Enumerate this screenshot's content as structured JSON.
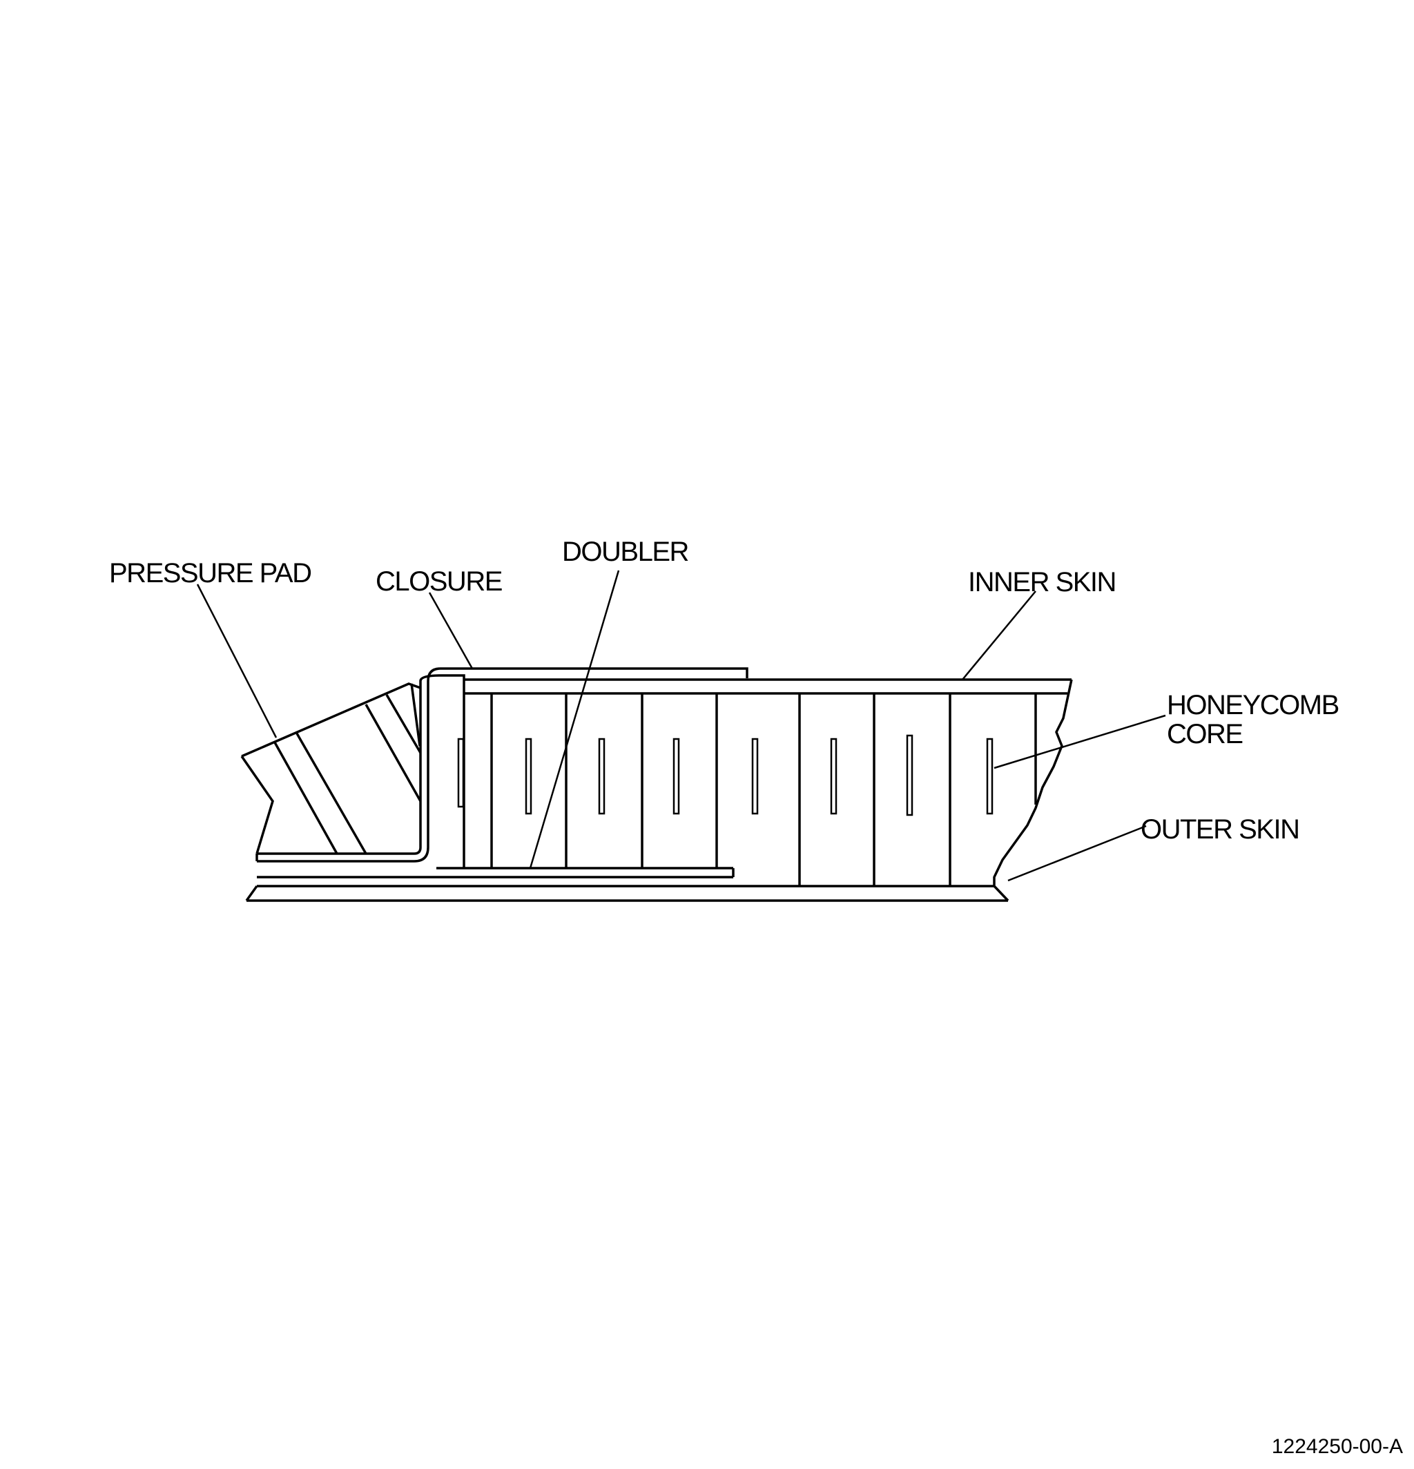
{
  "labels": {
    "pressure_pad": "PRESSURE PAD",
    "closure": "CLOSURE",
    "doubler": "DOUBLER",
    "inner_skin": "INNER SKIN",
    "honeycomb_line1": "HONEYCOMB",
    "honeycomb_line2": "CORE",
    "outer_skin": "OUTER SKIN"
  },
  "figure_number": "1224250-00-A"
}
